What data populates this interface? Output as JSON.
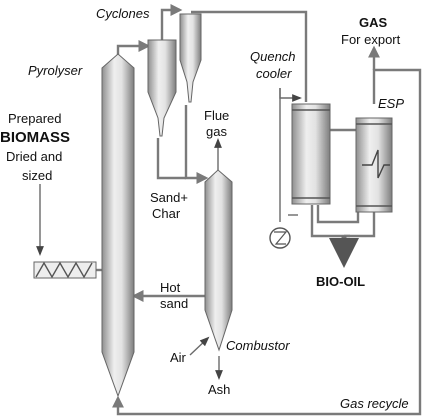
{
  "labels": {
    "cyclones": "Cyclones",
    "pyrolyser": "Pyrolyser",
    "prepared": "Prepared",
    "biomass": "BIOMASS",
    "dried_and": "Dried and",
    "sized": "sized",
    "flue": "Flue",
    "gas_lower": "gas",
    "sand_plus": "Sand+",
    "char": "Char",
    "hot": "Hot",
    "sand": "sand",
    "air": "Air",
    "combustor": "Combustor",
    "ash": "Ash",
    "gas_title": "GAS",
    "for_export": "For export",
    "quench": "Quench",
    "cooler": "cooler",
    "esp": "ESP",
    "bio_oil": "BIO-OIL",
    "gas_recycle": "Gas recycle"
  },
  "colors": {
    "vessel_light": "#e6e6e6",
    "vessel_dark": "#8f8f8f",
    "pipe": "#7a7a7a",
    "text": "#111111"
  }
}
